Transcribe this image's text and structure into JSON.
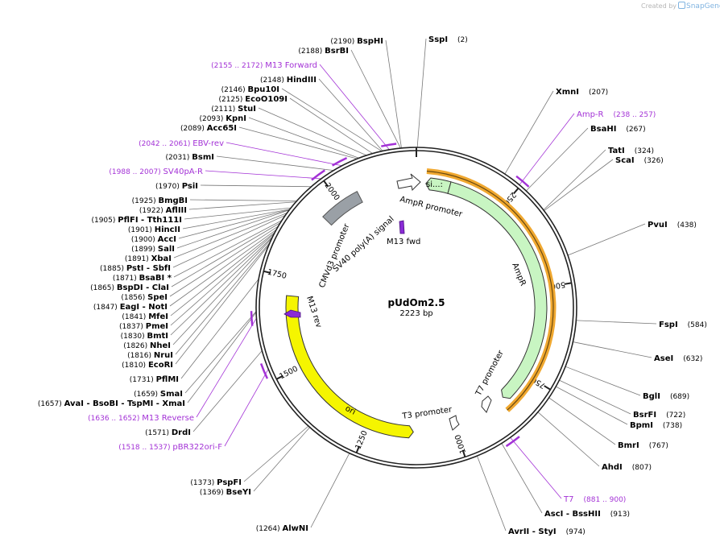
{
  "credit": {
    "prefix": "Created by",
    "brand": "SnapGene"
  },
  "plasmid": {
    "name": "pUdOm2.5",
    "length_label": "2223 bp",
    "length": 2223
  },
  "colors": {
    "backbone": "#222222",
    "primer": "#a332d6",
    "amp": "#c8f5c2",
    "ori": "#f5f500",
    "orange": "#f0a830",
    "gray": "#9aa0a6"
  },
  "ticks": [
    {
      "label": "250",
      "pos": 250
    },
    {
      "label": "500",
      "pos": 500
    },
    {
      "label": "750",
      "pos": 750
    },
    {
      "label": "1000",
      "pos": 1000
    },
    {
      "label": "1250",
      "pos": 1250
    },
    {
      "label": "1500",
      "pos": 1500
    },
    {
      "label": "1750",
      "pos": 1750
    },
    {
      "label": "2000",
      "pos": 2000
    }
  ],
  "features": [
    {
      "id": "f-sig",
      "label": "si...:",
      "start": 27,
      "end": 95,
      "color": "#c8f5c2"
    },
    {
      "id": "f-ampr",
      "label": "AmpR",
      "start": 95,
      "end": 855,
      "color": "#c8f5c2"
    },
    {
      "id": "f-ori",
      "label": "ori",
      "start": 1100,
      "end": 1690,
      "color": "#f5f500"
    },
    {
      "id": "f-sv40",
      "label": "SV40 poly(A) signal",
      "start": 1938,
      "end": 2065,
      "color": "#9aa0a6"
    }
  ],
  "feature_labels": [
    {
      "text": "AmpR promoter"
    },
    {
      "text": "AmpR"
    },
    {
      "text": "T7 promoter"
    },
    {
      "text": "T3 promoter"
    },
    {
      "text": "ori"
    },
    {
      "text": "M13 rev"
    },
    {
      "text": "CMVd3 promoter"
    },
    {
      "text": "SV40 poly(A) signal"
    },
    {
      "text": "M13 fwd"
    },
    {
      "text": "si...:"
    }
  ],
  "right_sites": [
    {
      "name": "SspI",
      "pos": "(2)"
    },
    {
      "name": "XmnI",
      "pos": "(207)"
    },
    {
      "primer": true,
      "name": "Amp-R",
      "pos": "(238 .. 257)"
    },
    {
      "name": "BsaHI",
      "pos": "(267)"
    },
    {
      "name": "TatI",
      "pos": "(324)"
    },
    {
      "name": "ScaI",
      "pos": "(326)"
    },
    {
      "name": "PvuI",
      "pos": "(438)"
    },
    {
      "name": "FspI",
      "pos": "(584)"
    },
    {
      "name": "AseI",
      "pos": "(632)"
    },
    {
      "name": "BglI",
      "pos": "(689)"
    },
    {
      "name": "BsrFI",
      "pos": "(722)"
    },
    {
      "name": "BpmI",
      "pos": "(738)"
    },
    {
      "name": "BmrI",
      "pos": "(767)"
    },
    {
      "name": "AhdI",
      "pos": "(807)"
    },
    {
      "primer": true,
      "name": "T7",
      "pos": "(881 .. 900)"
    },
    {
      "name": "AscI - BssHII",
      "pos": "(913)"
    },
    {
      "name": "AvrII - StyI",
      "pos": "(974)"
    }
  ],
  "left_sites": [
    {
      "pos": "(2190)",
      "name": "BspHI"
    },
    {
      "pos": "(2188)",
      "name": "BsrBI"
    },
    {
      "primer": true,
      "pos": "(2155 .. 2172)",
      "name": "M13 Forward"
    },
    {
      "pos": "(2148)",
      "name": "HindIII"
    },
    {
      "pos": "(2146)",
      "name": "Bpu10I"
    },
    {
      "pos": "(2125)",
      "name": "EcoO109I"
    },
    {
      "pos": "(2111)",
      "name": "StuI"
    },
    {
      "pos": "(2093)",
      "name": "KpnI"
    },
    {
      "pos": "(2089)",
      "name": "Acc65I"
    },
    {
      "primer": true,
      "pos": "(2042 .. 2061)",
      "name": "EBV-rev"
    },
    {
      "pos": "(2031)",
      "name": "BsmI"
    },
    {
      "primer": true,
      "pos": "(1988 .. 2007)",
      "name": "SV40pA-R"
    },
    {
      "pos": "(1970)",
      "name": "PsiI"
    },
    {
      "pos": "(1925)",
      "name": "BmgBI"
    },
    {
      "pos": "(1922)",
      "name": "AflIII"
    },
    {
      "pos": "(1905)",
      "name": "PflFI - Tth111I"
    },
    {
      "pos": "(1901)",
      "name": "HincII"
    },
    {
      "pos": "(1900)",
      "name": "AccI"
    },
    {
      "pos": "(1899)",
      "name": "SalI"
    },
    {
      "pos": "(1891)",
      "name": "XbaI"
    },
    {
      "pos": "(1885)",
      "name": "PstI - SbfI"
    },
    {
      "pos": "(1871)",
      "name": "BsaBI *"
    },
    {
      "pos": "(1865)",
      "name": "BspDI - ClaI"
    },
    {
      "pos": "(1856)",
      "name": "SpeI"
    },
    {
      "pos": "(1847)",
      "name": "EagI - NotI"
    },
    {
      "pos": "(1841)",
      "name": "MfeI"
    },
    {
      "pos": "(1837)",
      "name": "PmeI"
    },
    {
      "pos": "(1830)",
      "name": "BmtI"
    },
    {
      "pos": "(1826)",
      "name": "NheI"
    },
    {
      "pos": "(1816)",
      "name": "NruI"
    },
    {
      "pos": "(1810)",
      "name": "EcoRI"
    },
    {
      "pos": "(1731)",
      "name": "PflMI"
    },
    {
      "pos": "(1659)",
      "name": "SmaI"
    },
    {
      "pos": "(1657)",
      "name": "AvaI - BsoBI - TspMI - XmaI"
    },
    {
      "primer": true,
      "pos": "(1636 .. 1652)",
      "name": "M13 Reverse"
    },
    {
      "pos": "(1571)",
      "name": "DrdI"
    },
    {
      "primer": true,
      "pos": "(1518 .. 1537)",
      "name": "pBR322ori-F"
    },
    {
      "pos": "(1373)",
      "name": "PspFI"
    },
    {
      "pos": "(1369)",
      "name": "BseYI"
    },
    {
      "pos": "(1264)",
      "name": "AlwNI"
    }
  ]
}
